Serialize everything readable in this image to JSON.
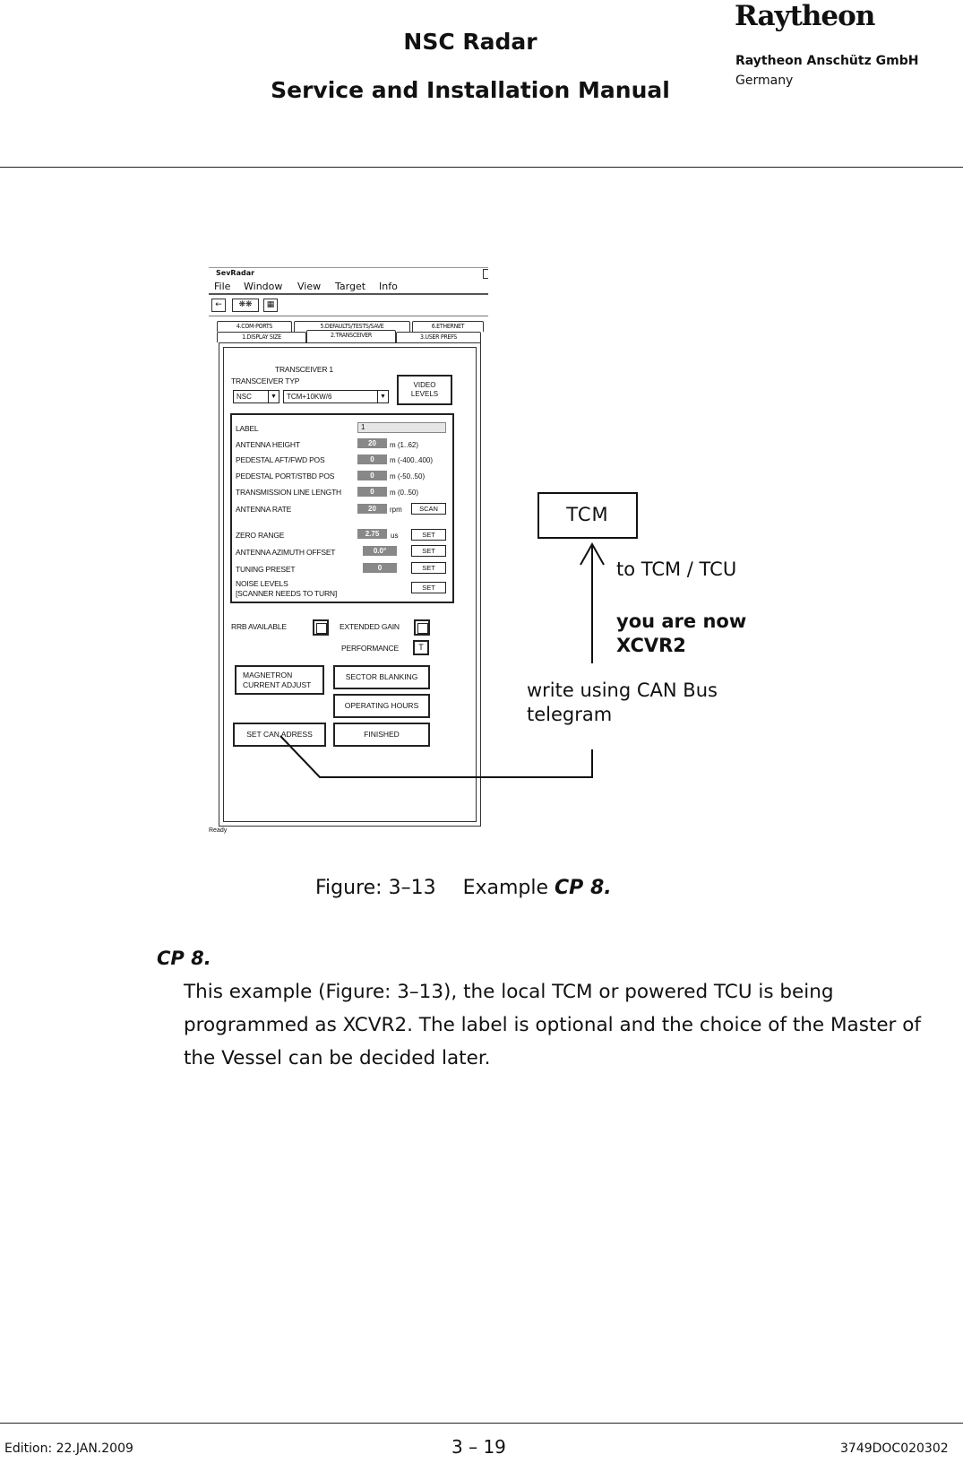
{
  "header": {
    "title": "NSC Radar",
    "subtitle": "Service and Installation Manual",
    "logo": "Raytheon",
    "company": "Raytheon Anschütz GmbH",
    "country": "Germany"
  },
  "window": {
    "title": "SevRadar",
    "menu": [
      "File",
      "Window",
      "View",
      "Target",
      "Info"
    ],
    "toolbar_icons": [
      "back-arrow-icon",
      "radar-icon",
      "radar-icon",
      "grid-icon"
    ],
    "tabs_top": [
      "4.COM-PORTS",
      "5.DEFAULTS/TESTS/SAVE",
      "6.ETHERNET"
    ],
    "tabs_bottom": [
      "1.DISPLAY SIZE",
      "2.TRANSCEIVER",
      "3.USER PREFS"
    ],
    "transceiver_heading": "TRANSCEIVER  1",
    "transceiver_type_label": "TRANSCEIVER TYP",
    "type_select": "NSC",
    "model_select": "TCM+10KW/6",
    "video_levels": "VIDEO LEVELS",
    "fields": {
      "label": {
        "name": "LABEL",
        "value": "1"
      },
      "antenna_height": {
        "name": "ANTENNA HEIGHT",
        "value": "20",
        "unit": "m (1..62)"
      },
      "pedestal_aft": {
        "name": "PEDESTAL AFT/FWD POS",
        "value": "0",
        "unit": "m (-400..400)"
      },
      "pedestal_port": {
        "name": "PEDESTAL PORT/STBD POS",
        "value": "0",
        "unit": "m (-50..50)"
      },
      "transmission_line": {
        "name": "TRANSMISSION LINE LENGTH",
        "value": "0",
        "unit": "m (0..50)"
      },
      "antenna_rate": {
        "name": "ANTENNA RATE",
        "value": "20",
        "unit": "rpm",
        "button": "SCAN"
      },
      "zero_range": {
        "name": "ZERO RANGE",
        "value": "2.75",
        "unit": "us",
        "button": "SET"
      },
      "azimuth_offset": {
        "name": "ANTENNA AZIMUTH OFFSET",
        "value": "0.0°",
        "button": "SET"
      },
      "tuning_preset": {
        "name": "TUNING PRESET",
        "value": "0",
        "button": "SET"
      },
      "noise_levels": {
        "name": "NOISE LEVELS",
        "note": "[SCANNER NEEDS TO TURN]",
        "button": "SET"
      }
    },
    "rrb_available": "RRB AVAILABLE",
    "extended_gain": "EXTENDED GAIN",
    "performance": "PERFORMANCE",
    "performance_box": "T",
    "magnetron_line1": "MAGNETRON",
    "magnetron_line2": "CURRENT ADJUST",
    "sector_blanking": "SECTOR BLANKING",
    "operating_hours": "OPERATING HOURS",
    "set_can_adress": "SET CAN ADRESS",
    "finished": "FINISHED",
    "status": "Ready"
  },
  "annotations": {
    "tcm": "TCM",
    "to_tcm": "to TCM / TCU",
    "you_are_now_1": "you are now",
    "you_are_now_2": "XCVR2",
    "write_can_1": "write using CAN Bus",
    "write_can_2": "telegram"
  },
  "caption": {
    "prefix": "Figure: 3–13",
    "text": "Example",
    "bold": "CP 8."
  },
  "section": {
    "heading": "CP 8.",
    "paragraph": "This example (Figure: 3–13), the local TCM or powered TCU is being programmed as XCVR2. The label is optional and the choice of the Master of the Vessel can be decided later."
  },
  "footer": {
    "edition": "Edition: 22.JAN.2009",
    "page": "3 – 19",
    "doc": "3749DOC020302"
  }
}
